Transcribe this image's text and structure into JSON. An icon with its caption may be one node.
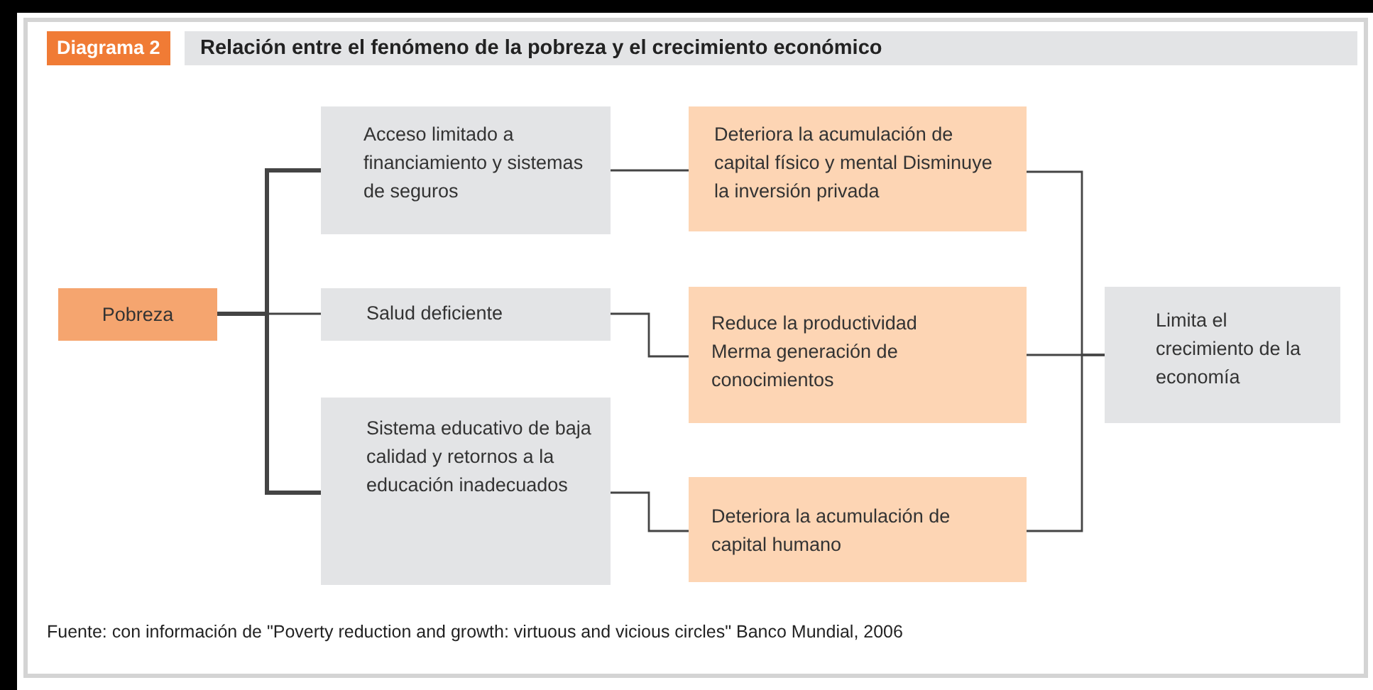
{
  "diagram": {
    "title": "Relación entre el fenómeno de la pobreza y el crecimiento económico",
    "caption": "Fuente: con información de \"Poverty reduction and growth: virtuous and vicious circles\" Banco Mundial, 2006",
    "labels": [
      "Diagrama 2"
    ],
    "nodes": [
      {
        "text": [
          "Pobreza"
        ]
      },
      {
        "text": [
          "Acceso limitado a financiamiento y sistemas de seguros"
        ]
      },
      {
        "text": [
          "Salud deficiente"
        ]
      },
      {
        "text": [
          "Sistema educativo de baja calidad y retornos a la educación inadecuados"
        ]
      },
      {
        "text": [
          "Deteriora la acumulación de capital físico y mental Disminuye la inversión privada"
        ]
      },
      {
        "text": [
          "Reduce la productividad Merma generación de conocimientos"
        ]
      },
      {
        "text": [
          "Deteriora la acumulación de capital humano"
        ]
      },
      {
        "text": [
          "Limita el crecimiento de la economía"
        ]
      }
    ],
    "edges": [
      {
        "from": 0,
        "to": 1,
        "arrow": "none",
        "style": "thick"
      },
      {
        "from": 0,
        "to": 2,
        "arrow": "none"
      },
      {
        "from": 0,
        "to": 3,
        "arrow": "none",
        "style": "thick"
      },
      {
        "from": 1,
        "to": 4,
        "arrow": "none"
      },
      {
        "from": 2,
        "to": 5,
        "arrow": "none"
      },
      {
        "from": 3,
        "to": 6,
        "arrow": "none"
      },
      {
        "from": 4,
        "to": 7,
        "arrow": "none"
      },
      {
        "from": 5,
        "to": 7,
        "arrow": "none"
      },
      {
        "from": 6,
        "to": 7,
        "arrow": "none"
      }
    ]
  }
}
